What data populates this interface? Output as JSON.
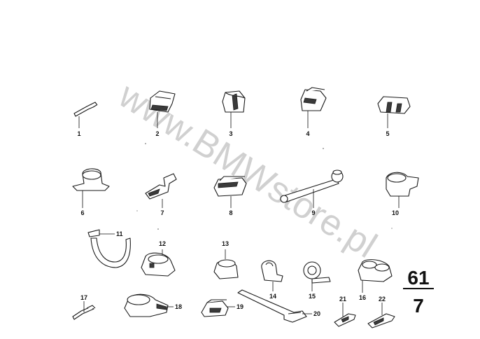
{
  "watermark": "www.BMWstore.pl",
  "group_number": "61",
  "subgroup_number": "7",
  "parts": [
    {
      "id": "p1",
      "label": "1"
    },
    {
      "id": "p2",
      "label": "2"
    },
    {
      "id": "p3",
      "label": "3"
    },
    {
      "id": "p4",
      "label": "4"
    },
    {
      "id": "p5",
      "label": "5"
    },
    {
      "id": "p6",
      "label": "6"
    },
    {
      "id": "p7",
      "label": "7"
    },
    {
      "id": "p8",
      "label": "8"
    },
    {
      "id": "p9",
      "label": "9"
    },
    {
      "id": "p10",
      "label": "10"
    },
    {
      "id": "p11",
      "label": "11"
    },
    {
      "id": "p12",
      "label": "12"
    },
    {
      "id": "p13",
      "label": "13"
    },
    {
      "id": "p14",
      "label": "14"
    },
    {
      "id": "p15",
      "label": "15"
    },
    {
      "id": "p16",
      "label": "16"
    },
    {
      "id": "p17",
      "label": "17"
    },
    {
      "id": "p18",
      "label": "18"
    },
    {
      "id": "p19",
      "label": "19"
    },
    {
      "id": "p20",
      "label": "20"
    },
    {
      "id": "p21",
      "label": "21"
    },
    {
      "id": "p22",
      "label": "22"
    }
  ]
}
